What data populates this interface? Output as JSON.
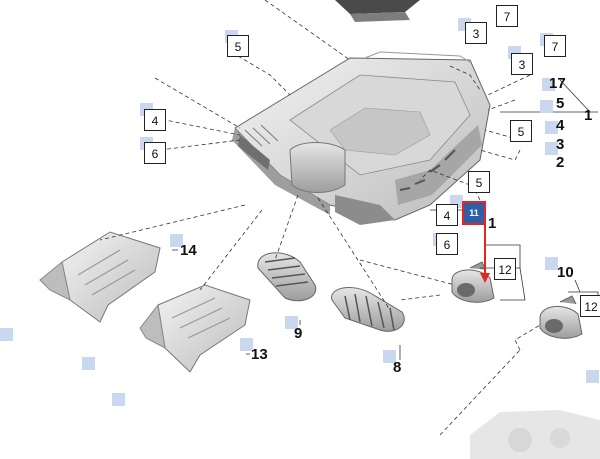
{
  "callouts": {
    "c7a": "7",
    "c3a": "3",
    "c7b": "7",
    "c5a": "5",
    "c3b": "3",
    "c4a": "4",
    "c6a": "6",
    "c5b": "5",
    "c5c": "5",
    "c4b": "4",
    "c6b": "6",
    "c12a": "12",
    "c12b": "12"
  },
  "labels": {
    "n17": "17",
    "n5": "5",
    "n4": "4",
    "n3": "3",
    "n2": "2",
    "n1": "1",
    "n1b": "1",
    "n14": "14",
    "n13": "13",
    "n9": "9",
    "n8": "8",
    "n10": "10"
  },
  "highlight": {
    "label": "11",
    "color": "#2f5fa8",
    "border_color": "#e3261f"
  },
  "colors": {
    "line": "#333333",
    "arrow": "#e3261f",
    "marker": "#c9d7ef"
  }
}
